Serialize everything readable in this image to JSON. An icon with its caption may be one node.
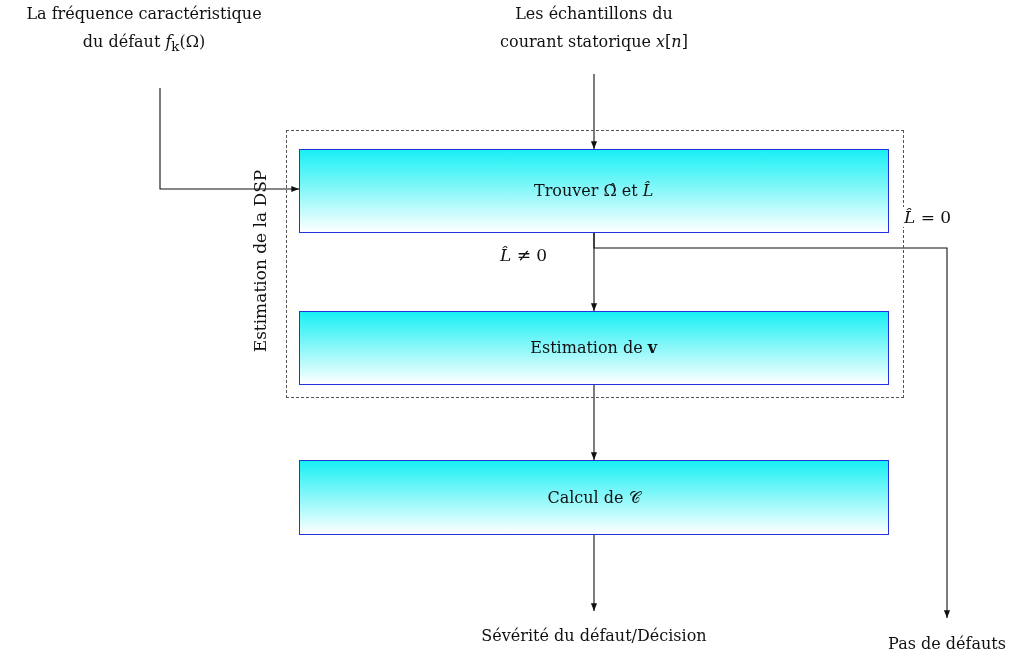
{
  "diagram": {
    "nodes": [
      {
        "text": [
          "Estimation de la DSP"
        ]
      },
      {
        "text": [
          "Trouver Ω̂ et *L̂*"
        ],
        "in": 0
      },
      {
        "text": [
          "Estimation de **v**"
        ],
        "in": 0
      },
      {
        "text": [
          "Calcul de 𝒞"
        ]
      },
      {
        "text": [
          "La fréquence caractéristique du défaut *f*$_{k}$(Ω)"
        ]
      },
      {
        "text": [
          "Les échantillons du courant statorique *x*[*n*]"
        ]
      },
      {
        "text": [
          "Sévérité du défaut/Décision"
        ]
      },
      {
        "text": [
          "Pas de défauts"
        ]
      }
    ],
    "edges": [
      {
        "from": 4,
        "to": 1,
        "arrow": "to"
      },
      {
        "from": 5,
        "to": 1,
        "arrow": "to"
      },
      {
        "from": 1,
        "to": 2,
        "arrow": "to",
        "label": "*L̂* ≠ 0"
      },
      {
        "from": 1,
        "to": 7,
        "arrow": "to",
        "label": "*L̂* = 0"
      },
      {
        "from": 2,
        "to": 3,
        "arrow": "to"
      },
      {
        "from": 3,
        "to": 6,
        "arrow": "to"
      }
    ]
  }
}
